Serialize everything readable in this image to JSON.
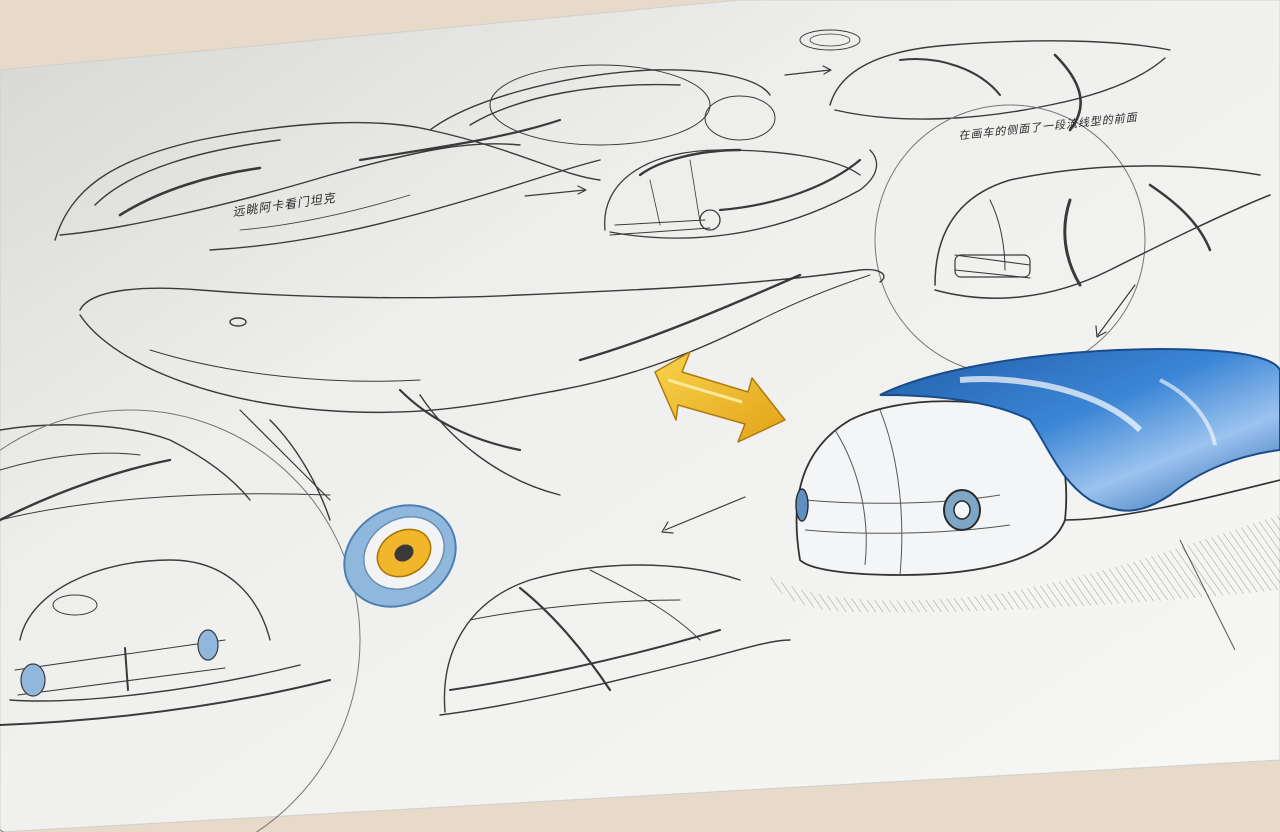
{
  "scene": {
    "description_kind": "photo-of-sketch-paper",
    "notes": [
      {
        "id": "note-left",
        "text": "远眺阿卡看门坦克"
      },
      {
        "id": "note-right",
        "text": "在画车的侧面了一段流线型的前面"
      }
    ]
  },
  "colors": {
    "table": "#e9dccb",
    "paper": "#f3f3f1",
    "pencil": "#3a3a3a",
    "marker_blue": "#2f74c7",
    "marker_yellow": "#f1b62a"
  }
}
